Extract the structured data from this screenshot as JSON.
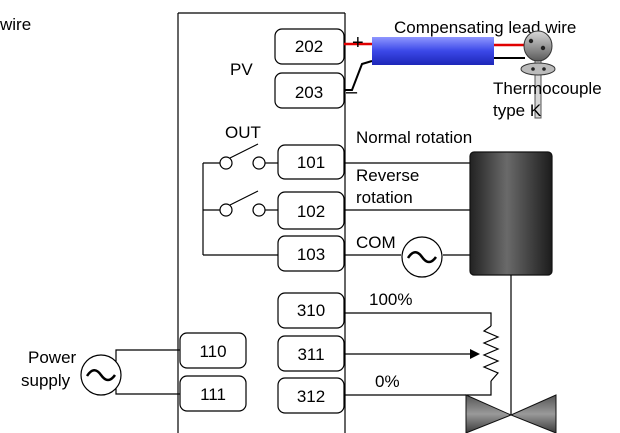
{
  "labels": {
    "cropped_top_left": "wire",
    "pv": "PV",
    "out": "OUT",
    "plus_sign": "+",
    "minus_sign": "–",
    "comp_lead": "Compensating lead wire",
    "tc_line1": "Thermocouple",
    "tc_line2": "type K",
    "normal_rotation": "Normal rotation",
    "reverse_line1": "Reverse",
    "reverse_line2": "rotation",
    "com": "COM",
    "pct_100": "100%",
    "pct_0": "0%",
    "power_line1": "Power",
    "power_line2": "supply"
  },
  "terminals": {
    "t202": "202",
    "t203": "203",
    "t101": "101",
    "t102": "102",
    "t103": "103",
    "t310": "310",
    "t311": "311",
    "t312": "312",
    "t110": "110",
    "t111": "111"
  },
  "icons": [
    "ac-source-icon",
    "switch-icon",
    "motor-actuator-icon",
    "thermocouple-probe-icon",
    "potentiometer-icon",
    "valve-icon"
  ],
  "colors": {
    "lead_wire": "#3b48e8",
    "wire_red": "#e00000",
    "actuator_dark": "#2a2a2a",
    "line": "#000000"
  }
}
